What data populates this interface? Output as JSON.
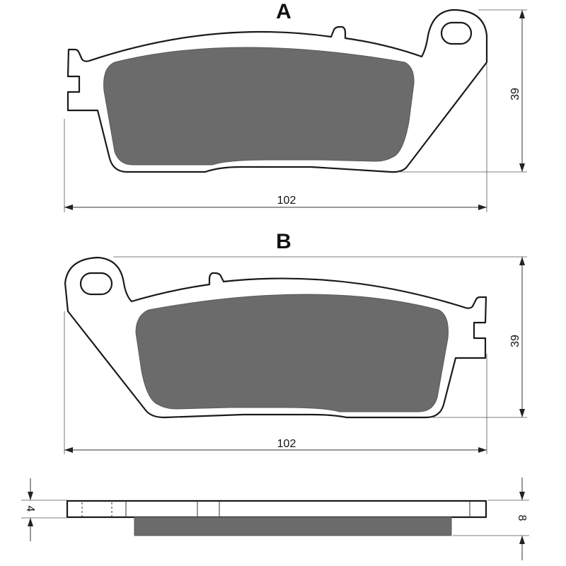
{
  "pads": [
    {
      "label": "A",
      "width_dim": "102",
      "height_dim": "39"
    },
    {
      "label": "B",
      "width_dim": "102",
      "height_dim": "39"
    }
  ],
  "side_view": {
    "plate_thickness": "4",
    "total_thickness": "8"
  },
  "colors": {
    "outline": "#1a1a1a",
    "friction": "#6b6b6b",
    "background": "#ffffff"
  }
}
